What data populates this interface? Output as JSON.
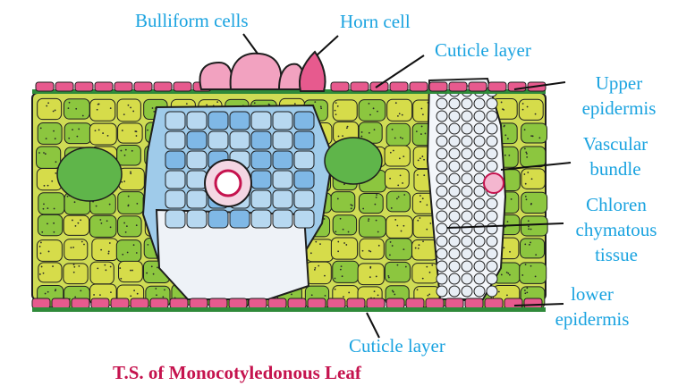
{
  "labels": {
    "bulliform_cells": "Bulliform cells",
    "horn_cell": "Horn cell",
    "cuticle_layer_top": "Cuticle layer",
    "upper_epidermis": [
      "Upper",
      "epidermis"
    ],
    "vascular_bundle": [
      "Vascular",
      "bundle"
    ],
    "chlorenchymatous_tissue": [
      "Chloren",
      "chymatous",
      "tissue"
    ],
    "lower_epidermis": [
      "lower",
      "epidermis"
    ],
    "cuticle_layer_bottom": "Cuticle layer"
  },
  "title": "T.S. of Monocotyledonous Leaf",
  "colors": {
    "label_text": "#1aa3e0",
    "title_text": "#c5134e",
    "epidermis_pink": "#e75a8e",
    "cuticle_green": "#2f8a3a",
    "mesophyll_green": "#8cc63f",
    "mesophyll_yellow": "#d6dc4a",
    "bundle_sheath_blue": "#7fb8e6",
    "bundle_white": "#e8eef5",
    "bulliform_pink": "#f2a2c0"
  }
}
